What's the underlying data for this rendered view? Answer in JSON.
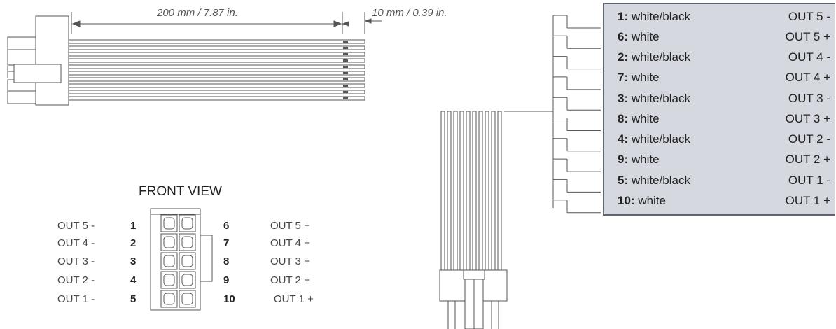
{
  "dimensions": {
    "length_label": "200 mm / 7.87 in.",
    "strip_label": "10 mm / 0.39 in."
  },
  "front_view": {
    "title": "FRONT VIEW",
    "left": [
      {
        "out": "OUT 5 -",
        "pin": "1"
      },
      {
        "out": "OUT 4 -",
        "pin": "2"
      },
      {
        "out": "OUT 3 -",
        "pin": "3"
      },
      {
        "out": "OUT 2 -",
        "pin": "4"
      },
      {
        "out": "OUT 1 -",
        "pin": "5"
      }
    ],
    "right": [
      {
        "pin": "6",
        "out": "OUT 5 +"
      },
      {
        "pin": "7",
        "out": "OUT 4 +"
      },
      {
        "pin": "8",
        "out": "OUT 3 +"
      },
      {
        "pin": "9",
        "out": "OUT 2 +"
      },
      {
        "pin": "10",
        "out": "OUT 1 +"
      }
    ]
  },
  "wiring_legend": [
    {
      "pin": "1:",
      "color": "white/black",
      "out": "OUT 5 -"
    },
    {
      "pin": "6:",
      "color": "white",
      "out": "OUT 5 +"
    },
    {
      "pin": "2:",
      "color": "white/black",
      "out": "OUT 4 -"
    },
    {
      "pin": "7:",
      "color": "white",
      "out": "OUT 4 +"
    },
    {
      "pin": "3:",
      "color": "white/black",
      "out": "OUT 3 -"
    },
    {
      "pin": "8:",
      "color": "white",
      "out": "OUT 3 +"
    },
    {
      "pin": "4:",
      "color": "white/black",
      "out": "OUT 2 -"
    },
    {
      "pin": "9:",
      "color": "white",
      "out": "OUT 2 +"
    },
    {
      "pin": "5:",
      "color": "white/black",
      "out": "OUT 1 -"
    },
    {
      "pin": "10:",
      "color": "white",
      "out": "OUT 1 +"
    }
  ],
  "colors": {
    "line": "#555555",
    "legend_bg": "#d5d8de",
    "legend_border": "#5f6673"
  }
}
